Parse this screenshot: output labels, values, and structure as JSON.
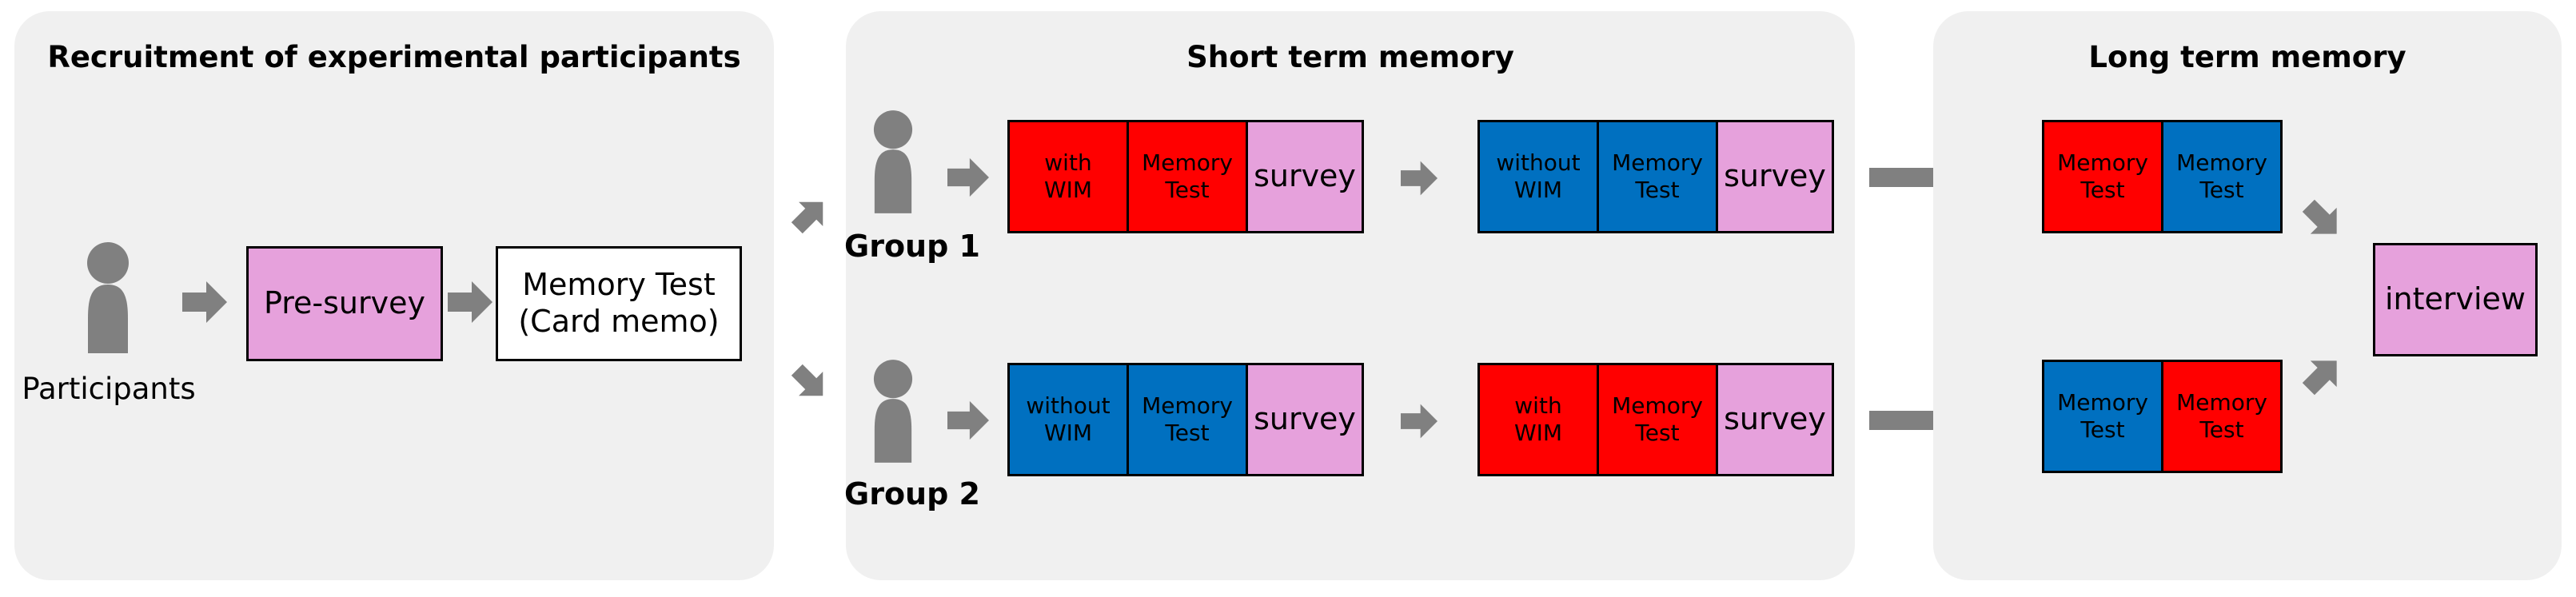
{
  "colors": {
    "panel_bg": "#f0f0f0",
    "red": "#ff0000",
    "blue": "#0070c0",
    "pink": "#e6a1dc",
    "white": "#ffffff",
    "gray": "#808080"
  },
  "recruitment": {
    "title": "Recruitment of experimental participants",
    "participants_label": "Participants",
    "pre_survey": "Pre-survey",
    "memory_test": "Memory Test\n(Card memo)"
  },
  "short_term": {
    "title": "Short term memory",
    "group1": {
      "label": "Group 1",
      "session1": {
        "condition": "with\nWIM",
        "test": "Memory\nTest",
        "survey": "survey"
      },
      "session2": {
        "condition": "without\nWIM",
        "test": "Memory\nTest",
        "survey": "survey"
      }
    },
    "group2": {
      "label": "Group 2",
      "session1": {
        "condition": "without\nWIM",
        "test": "Memory\nTest",
        "survey": "survey"
      },
      "session2": {
        "condition": "with\nWIM",
        "test": "Memory\nTest",
        "survey": "survey"
      }
    }
  },
  "long_term": {
    "title": "Long term memory",
    "group1": {
      "test_a": "Memory\nTest",
      "test_b": "Memory\nTest"
    },
    "group2": {
      "test_a": "Memory\nTest",
      "test_b": "Memory\nTest"
    },
    "interview": "interview"
  }
}
